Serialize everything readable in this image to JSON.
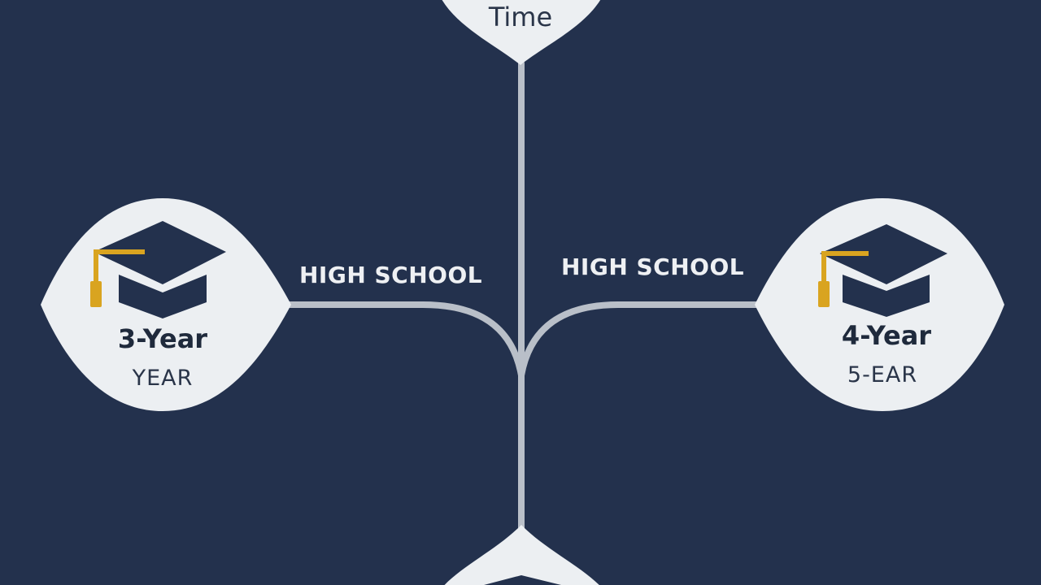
{
  "top_node": {
    "label": "Time"
  },
  "branches": {
    "left_label": "HIGH SCHOOL",
    "right_label": "HIGH SCHOOL"
  },
  "nodes": {
    "left": {
      "title": "3-Year",
      "subtitle": "YEAR",
      "icon": "graduation-cap-icon"
    },
    "right": {
      "title": "4-Year",
      "subtitle": "5-EAR",
      "icon": "graduation-cap-icon"
    }
  },
  "colors": {
    "background": "#23314d",
    "node_fill": "#eceff2",
    "connector": "#b9bfc8",
    "cap_dark": "#23314d",
    "tassel": "#d9a420"
  }
}
